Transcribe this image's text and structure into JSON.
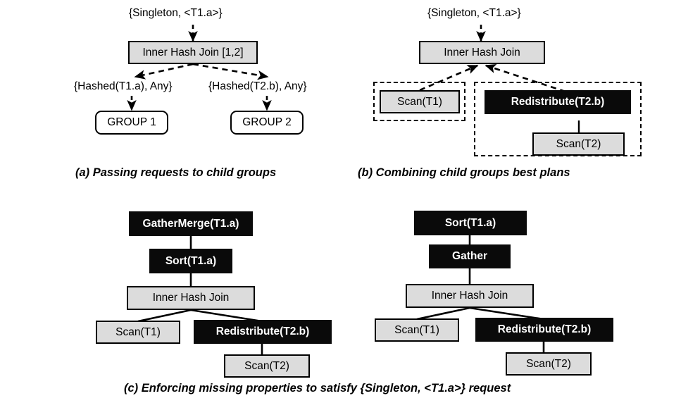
{
  "figure": {
    "title": "Query optimizer property enforcement example",
    "colors": {
      "node_gray_fill": "#dcdcdc",
      "node_black_fill": "#0a0a0a",
      "node_white_fill": "#ffffff",
      "stroke": "#000000",
      "background": "#ffffff"
    }
  },
  "panel_a": {
    "caption": "(a) Passing requests to child groups",
    "top_request": "{Singleton, <T1.a>}",
    "root": "Inner Hash Join [1,2]",
    "left_request": "{Hashed(T1.a), Any}",
    "right_request": "{Hashed(T2.b), Any}",
    "left_group": "GROUP 1",
    "right_group": "GROUP 2"
  },
  "panel_b": {
    "caption": "(b) Combining child groups best plans",
    "top_request": "{Singleton, <T1.a>}",
    "root": "Inner Hash Join",
    "left_plan": "Scan(T1)",
    "right_plan_top": "Redistribute(T2.b)",
    "right_plan_bottom": "Scan(T2)"
  },
  "panel_c": {
    "caption": "(c) Enforcing missing properties to satisfy {Singleton, <T1.a>} request",
    "left_tree": {
      "n1": "GatherMerge(T1.a)",
      "n2": "Sort(T1.a)",
      "n3": "Inner Hash Join",
      "n4": "Scan(T1)",
      "n5": "Redistribute(T2.b)",
      "n6": "Scan(T2)"
    },
    "right_tree": {
      "n1": "Sort(T1.a)",
      "n2": "Gather",
      "n3": "Inner Hash Join",
      "n4": "Scan(T1)",
      "n5": "Redistribute(T2.b)",
      "n6": "Scan(T2)"
    }
  }
}
